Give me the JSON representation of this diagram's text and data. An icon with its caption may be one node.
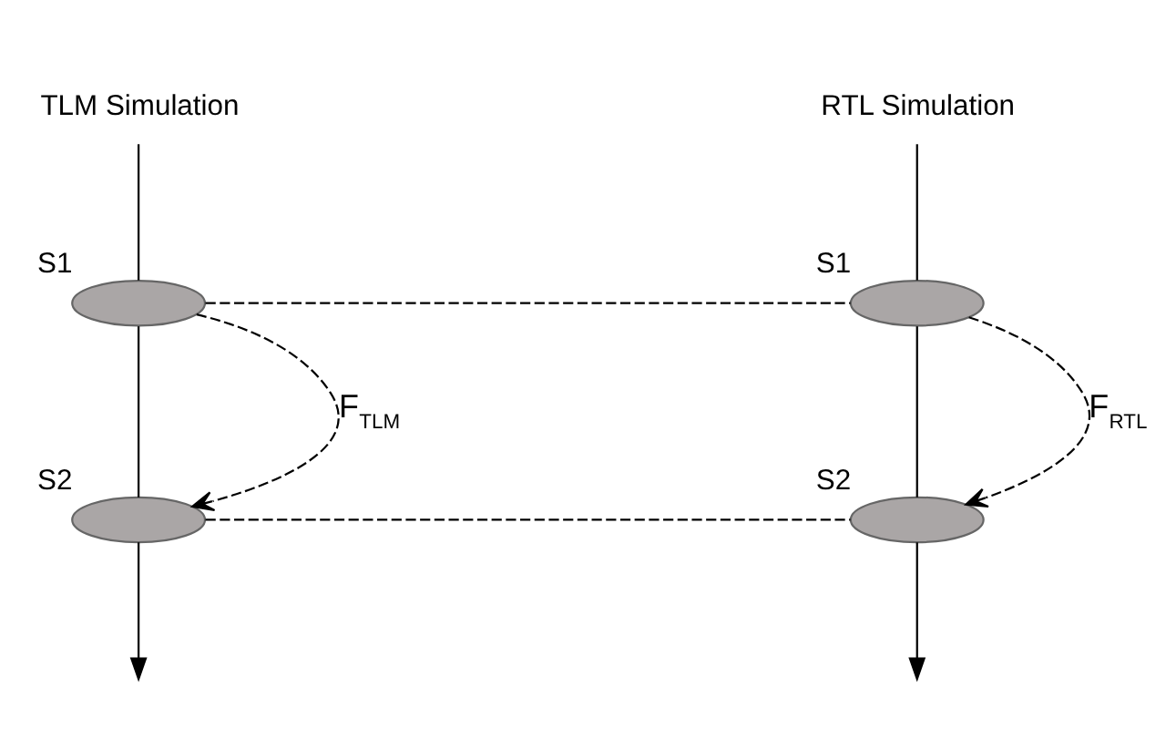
{
  "diagram": {
    "nodes": [
      {
        "text": [
          "TLM Simulation"
        ]
      },
      {
        "text": [],
        "shape": "ellipse",
        "beside": [
          "S1"
        ]
      },
      {
        "text": [],
        "shape": "ellipse",
        "beside": [
          "S2"
        ]
      },
      {
        "text": [
          "RTL Simulation"
        ]
      },
      {
        "text": [],
        "shape": "ellipse",
        "beside": [
          "S1"
        ]
      },
      {
        "text": [],
        "shape": "ellipse",
        "beside": [
          "S2"
        ]
      }
    ],
    "edges": [
      {
        "from": 0,
        "to": 1,
        "arrow": "none"
      },
      {
        "from": 1,
        "to": 2,
        "arrow": "none"
      },
      {
        "from": 2,
        "to": null,
        "arrow": "to"
      },
      {
        "from": 3,
        "to": 4,
        "arrow": "none"
      },
      {
        "from": 4,
        "to": 5,
        "arrow": "none"
      },
      {
        "from": 5,
        "to": null,
        "arrow": "to"
      },
      {
        "from": 1,
        "to": 4,
        "arrow": "none",
        "style": "dashed"
      },
      {
        "from": 2,
        "to": 5,
        "arrow": "none",
        "style": "dashed"
      },
      {
        "from": 1,
        "to": 2,
        "arrow": "to",
        "style": "dashed",
        "label": "F$_{TLM}$"
      },
      {
        "from": 4,
        "to": 5,
        "arrow": "to",
        "style": "dashed",
        "label": "F$_{RTL}$"
      }
    ]
  }
}
